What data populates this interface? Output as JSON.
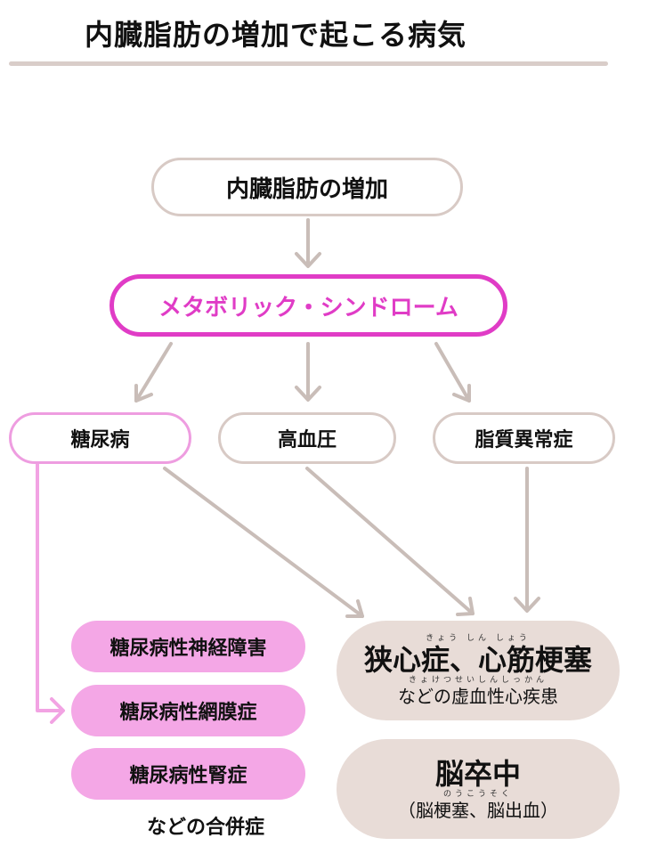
{
  "title": "内臓脂肪の増加で起こる病気",
  "top_box": "内臓脂肪の増加",
  "metabolic_box": "メタボリック・シンドローム",
  "mid_boxes": {
    "diabetes": "糖尿病",
    "hypertension": "高血圧",
    "dyslipidemia": "脂質異常症"
  },
  "complications": [
    "糖尿病性神経障害",
    "糖尿病性網膜症",
    "糖尿病性腎症"
  ],
  "complications_note": "などの合併症",
  "heart_box": {
    "ruby": "きょう しん しょう",
    "main": "狭心症、心筋梗塞",
    "sub_ruby": "きょけつせいしんしっかん",
    "sub": "などの虚血性心疾患"
  },
  "stroke_box": {
    "main": "脳卒中",
    "sub_ruby": "のうこうそく",
    "sub": "（脳梗塞、脳出血）"
  },
  "colors": {
    "pink_accent": "#e03cc6",
    "pink_fill": "#f4a7e6",
    "pink_outline": "#ee9de0",
    "grey_outline": "#d8cac5",
    "grey_fill": "#e8dcd7",
    "arrow_grey": "#c9bdb8",
    "arrow_pink": "#f2a3e3"
  }
}
